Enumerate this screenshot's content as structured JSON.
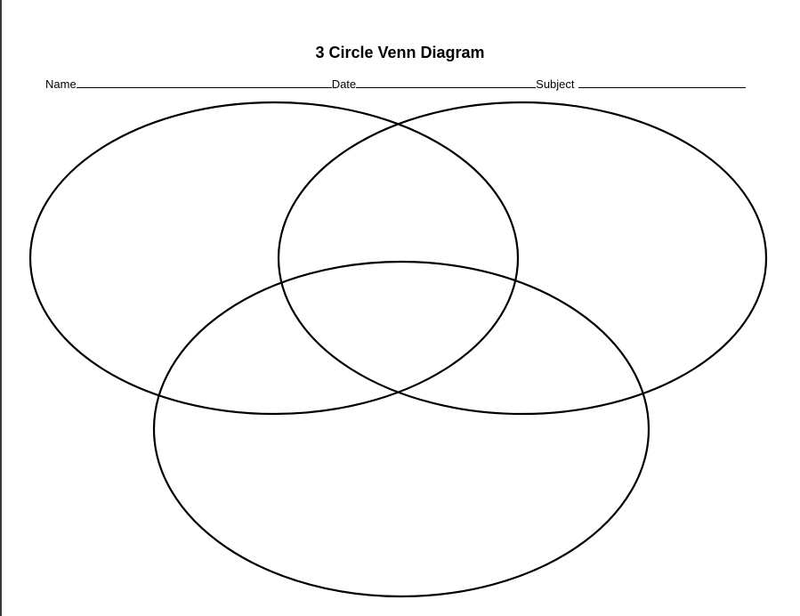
{
  "worksheet": {
    "title": "3 Circle Venn Diagram",
    "fields": {
      "name_label": "Name",
      "date_label": "Date",
      "subject_label": "Subject"
    },
    "circles": [
      "top-left-circle",
      "top-right-circle",
      "bottom-circle"
    ],
    "line_color": "#000000",
    "background_color": "#ffffff"
  }
}
